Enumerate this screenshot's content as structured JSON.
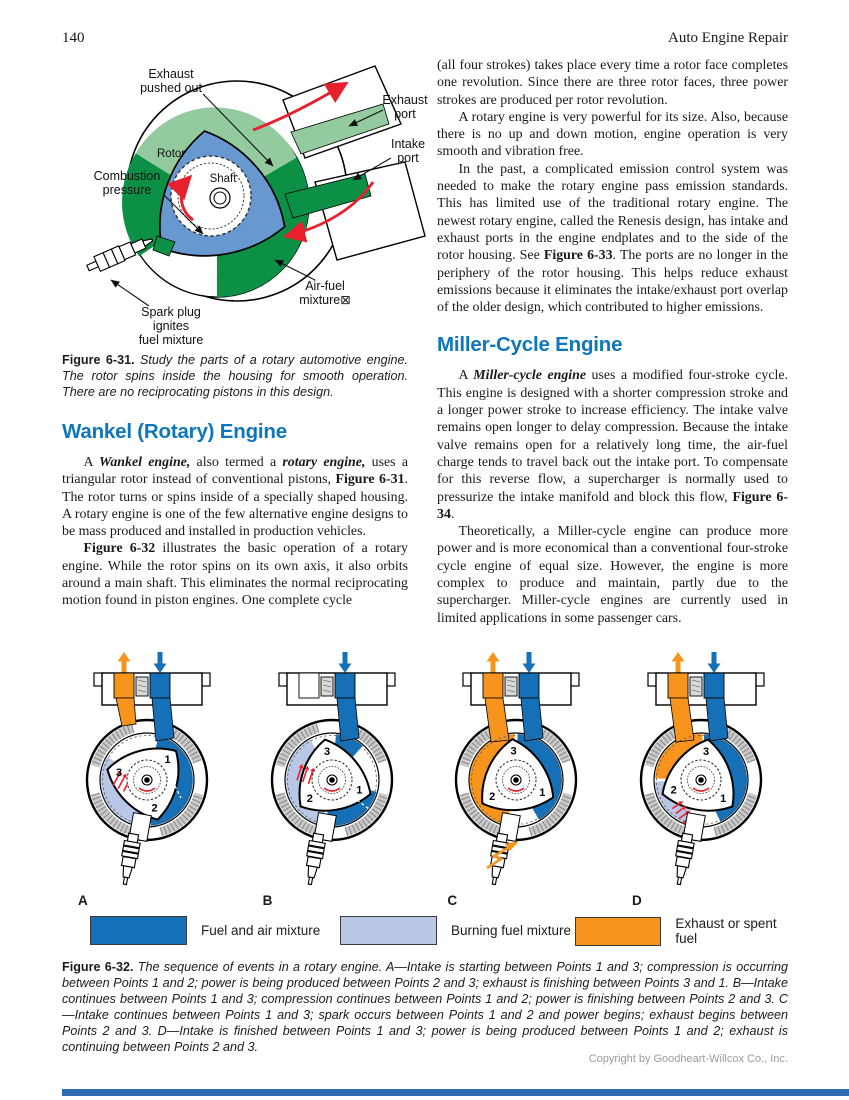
{
  "page": {
    "number": "140",
    "running_head": "Auto Engine Repair",
    "copyright": "Copyright by Goodheart-Willcox Co., Inc."
  },
  "colors": {
    "heading_accent": "#0d76bd",
    "fuel_air_blue": "#1670b8",
    "burning_light_blue": "#b9c7e6",
    "exhaust_orange": "#f7941e",
    "exhaust_gas_green": "#93cb9e",
    "intake_green": "#0c9045",
    "rotor_blue": "#6898d0",
    "red_arrow": "#e8202e",
    "footer_bar_blue": "#2e6db4"
  },
  "figure31": {
    "labels": {
      "exhaust_pushed_out": [
        "Exhaust",
        "pushed out"
      ],
      "exhaust_port": [
        "Exhaust",
        "port"
      ],
      "combustion_pressure": [
        "Combustion",
        "pressure"
      ],
      "intake_port": [
        "Intake",
        "port"
      ],
      "rotor": "Rotor",
      "shaft": "Shaft",
      "air_fuel_mixture": [
        "Air-fuel",
        "mixture⊠"
      ],
      "spark_plug": [
        "Spark plug",
        "ignites",
        "fuel mixture"
      ]
    },
    "caption_lead": "Figure 6-31.",
    "caption_text": " Study the parts of a rotary automotive engine. The rotor spins inside the housing for smooth operation. There are no reciprocating pistons in this design."
  },
  "wankel_section": {
    "heading": "Wankel (Rotary) Engine",
    "paragraphs": [
      [
        {
          "t": "A "
        },
        {
          "t": "Wankel engine,",
          "bi": true
        },
        {
          "t": " also termed a "
        },
        {
          "t": "rotary engine,",
          "bi": true
        },
        {
          "t": " uses a triangular rotor instead of conventional pistons, "
        },
        {
          "t": "Figure 6-31",
          "b": true
        },
        {
          "t": ". The rotor turns or spins inside of a specially shaped housing. A rotary engine is one of the few alternative engine designs to be mass produced and installed in production vehicles."
        }
      ],
      [
        {
          "t": "Figure 6-32",
          "b": true
        },
        {
          "t": " illustrates the basic operation of a rotary engine. While the rotor spins on its own axis, it also orbits around a main shaft. This eliminates the normal reciprocating motion found in piston engines. One complete cycle"
        }
      ]
    ]
  },
  "right_column": {
    "paragraphs": [
      [
        {
          "t": "(all four strokes) takes place every time a rotor face completes one revolution. Since there are three rotor faces, three power strokes are produced per rotor revolution."
        }
      ],
      [
        {
          "t": "A rotary engine is very powerful for its size. Also, because there is no up and down motion, engine operation is very smooth and vibration free."
        }
      ],
      [
        {
          "t": "In the past, a complicated emission control system was needed to make the rotary engine pass emission standards. This has limited use of the traditional rotary engine. The newest rotary engine, called the Renesis design, has intake and exhaust ports in the engine endplates and to the side of the rotor housing. See "
        },
        {
          "t": "Figure 6-33",
          "b": true
        },
        {
          "t": ". The ports are no longer in the periphery of the rotor housing. This helps reduce exhaust emissions because it eliminates the intake/exhaust port overlap of the older design, which contributed to higher emissions."
        }
      ]
    ]
  },
  "miller_section": {
    "heading": "Miller-Cycle Engine",
    "paragraphs": [
      [
        {
          "t": "A "
        },
        {
          "t": "Miller-cycle engine",
          "bi": true
        },
        {
          "t": " uses a modified four-stroke cycle. This engine is designed with a shorter compression stroke and a longer power stroke to increase efficiency. The intake valve remains open longer to delay compression. Because the intake valve remains open for a relatively long time, the air-fuel charge tends to travel back out the intake port. To compensate for this reverse flow, a supercharger is normally used to pressurize the intake manifold and block this flow, "
        },
        {
          "t": "Figure 6-34",
          "b": true
        },
        {
          "t": "."
        }
      ],
      [
        {
          "t": "Theoretically, a Miller-cycle engine can produce more power and is more economical than a conventional four-stroke cycle engine of equal size. However, the engine is more complex to produce and maintain, partly due to the supercharger. Miller-cycle engines are currently used in limited applications in some passenger cars."
        }
      ]
    ]
  },
  "figure32": {
    "panels": [
      {
        "letter": "A",
        "flows": {
          "exhaust": true,
          "intake": true
        },
        "spark_firing": false
      },
      {
        "letter": "B",
        "flows": {
          "exhaust": false,
          "intake": true
        },
        "spark_firing": false
      },
      {
        "letter": "C",
        "flows": {
          "exhaust": true,
          "intake": true
        },
        "spark_firing": true
      },
      {
        "letter": "D",
        "flows": {
          "exhaust": true,
          "intake": true
        },
        "spark_firing": false
      }
    ],
    "rotor_points": [
      "1",
      "2",
      "3"
    ],
    "legend": [
      {
        "color": "#1670b8",
        "label": "Fuel and air mixture"
      },
      {
        "color": "#b9c7e6",
        "label": "Burning fuel mixture"
      },
      {
        "color": "#f7941e",
        "label": "Exhaust or spent fuel"
      }
    ],
    "caption_lead": "Figure 6-32.",
    "caption_text": " The sequence of events in a rotary engine. A—Intake is starting between Points 1 and 3; compression is occurring between Points 1 and 2; power is being produced between Points 2 and 3; exhaust is finishing between Points 3 and 1. B—Intake continues between Points 1 and 3; compression continues between Points 1 and 2; power is finishing between Points 2 and 3. C—Intake continues between Points 1 and 3; spark occurs between Points 1 and 2 and power begins; exhaust begins between Points 2 and 3. D—Intake is finished between Points 1 and 3; power is being produced between Points 1 and 2; exhaust is continuing between Points 2 and 3."
  }
}
